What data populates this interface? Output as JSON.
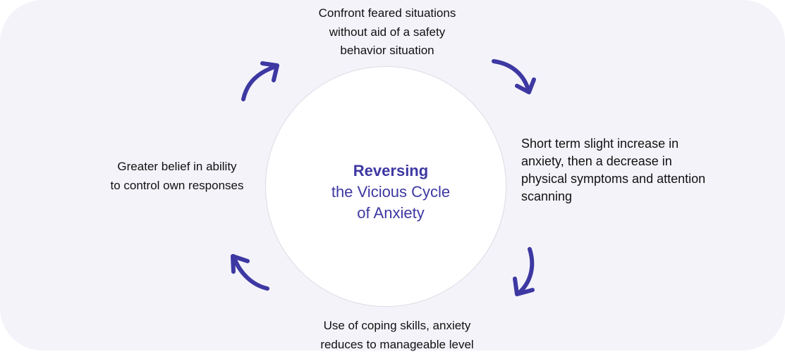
{
  "center": {
    "title_bold": "Reversing",
    "title_line2": "the Vicious Cycle",
    "title_line3": "of Anxiety"
  },
  "steps": {
    "top": [
      "Confront feared situations",
      "without aid of a safety",
      "behavior situation"
    ],
    "right": [
      "Short term slight increase in",
      "anxiety, then a decrease in",
      "physical symptoms and attention",
      "scanning"
    ],
    "bottom": [
      "Use of coping skills, anxiety",
      "reduces to manageable level"
    ],
    "left": [
      "Greater belief in ability",
      "to control own responses"
    ]
  },
  "colors": {
    "accent": "#3d38a2",
    "background": "#f4f3fa",
    "circle": "#ffffff",
    "text": "#111111"
  },
  "icons": [
    "arrow-top-left-icon",
    "arrow-top-right-icon",
    "arrow-bottom-right-icon",
    "arrow-bottom-left-icon"
  ]
}
